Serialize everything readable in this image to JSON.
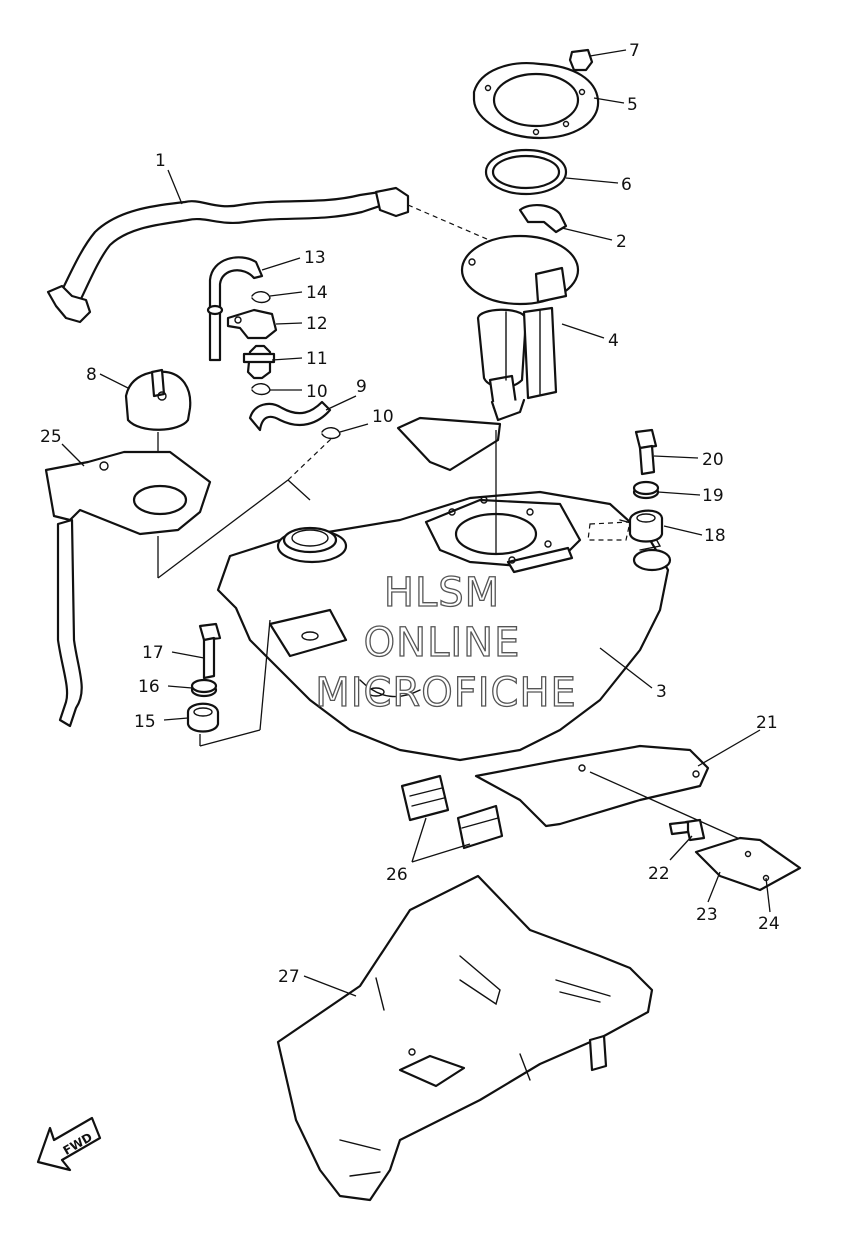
{
  "callouts": [
    {
      "id": "c1",
      "text": "1"
    },
    {
      "id": "c2",
      "text": "2"
    },
    {
      "id": "c3",
      "text": "3"
    },
    {
      "id": "c4",
      "text": "4"
    },
    {
      "id": "c5",
      "text": "5"
    },
    {
      "id": "c6",
      "text": "6"
    },
    {
      "id": "c7",
      "text": "7"
    },
    {
      "id": "c8",
      "text": "8"
    },
    {
      "id": "c9",
      "text": "9"
    },
    {
      "id": "c10a",
      "text": "10"
    },
    {
      "id": "c10b",
      "text": "10"
    },
    {
      "id": "c11",
      "text": "11"
    },
    {
      "id": "c12",
      "text": "12"
    },
    {
      "id": "c13",
      "text": "13"
    },
    {
      "id": "c14",
      "text": "14"
    },
    {
      "id": "c15",
      "text": "15"
    },
    {
      "id": "c16",
      "text": "16"
    },
    {
      "id": "c17",
      "text": "17"
    },
    {
      "id": "c18",
      "text": "18"
    },
    {
      "id": "c19",
      "text": "19"
    },
    {
      "id": "c20",
      "text": "20"
    },
    {
      "id": "c21",
      "text": "21"
    },
    {
      "id": "c22",
      "text": "22"
    },
    {
      "id": "c23",
      "text": "23"
    },
    {
      "id": "c24",
      "text": "24"
    },
    {
      "id": "c25",
      "text": "25"
    },
    {
      "id": "c26",
      "text": "26"
    },
    {
      "id": "c27",
      "text": "27"
    }
  ],
  "watermark": {
    "line1": "HLSM",
    "line2": "ONLINE",
    "line3": "MICROFICHE"
  },
  "direction_label": "FWD"
}
